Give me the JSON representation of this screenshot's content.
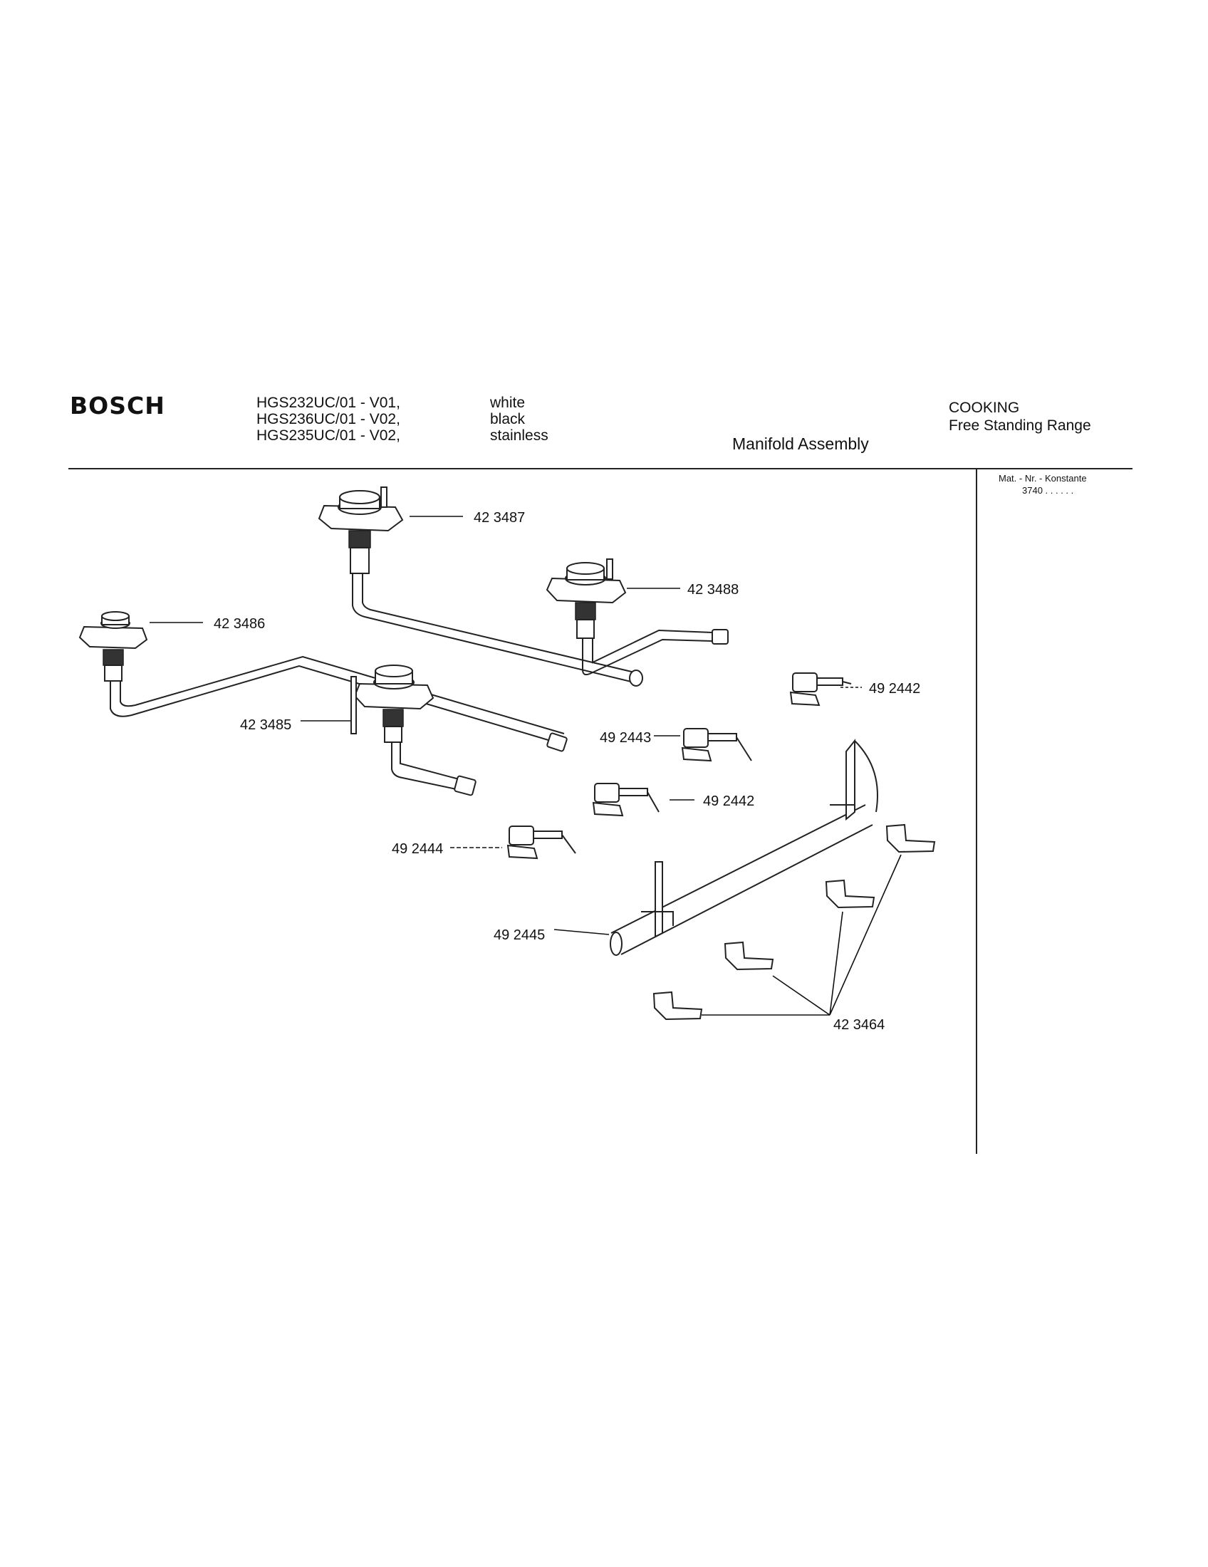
{
  "header": {
    "brand": "BOSCH",
    "models": [
      "HGS232UC/01 - V01,",
      "HGS236UC/01 - V02,",
      "HGS235UC/01 - V02,"
    ],
    "colors": [
      "white",
      "black",
      "stainless"
    ],
    "title": "Manifold Assembly",
    "category": "COOKING",
    "subcategory": "Free Standing Range",
    "mat_label": "Mat. - Nr. - Konstante",
    "mat_value": "3740 . .   . . . ."
  },
  "parts": {
    "p423487": "42 3487",
    "p423488": "42 3488",
    "p423486": "42 3486",
    "p423485": "42 3485",
    "p492442a": "49 2442",
    "p492443": "49 2443",
    "p492442b": "49 2442",
    "p492444": "49 2444",
    "p492445": "49 2445",
    "p423464": "42 3464"
  }
}
